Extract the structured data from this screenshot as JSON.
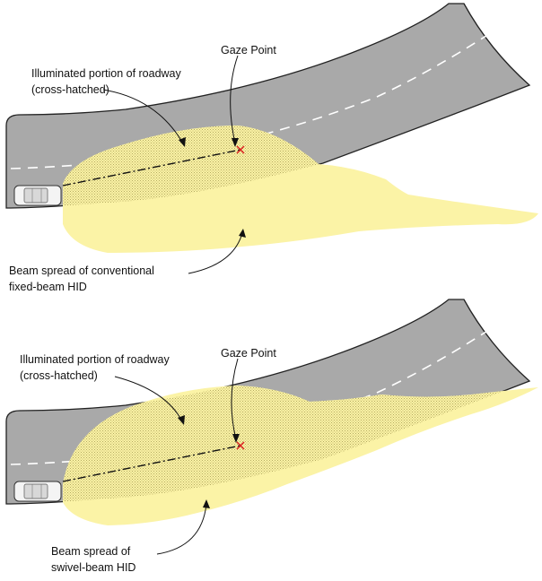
{
  "panels": [
    {
      "gaze_label": "Gaze Point",
      "illuminated_label_line1": "Illuminated portion of roadway",
      "illuminated_label_line2": "(cross-hatched)",
      "beam_label_line1": "Beam spread of conventional",
      "beam_label_line2": "fixed-beam HID"
    },
    {
      "gaze_label": "Gaze Point",
      "illuminated_label_line1": "Illuminated portion of roadway",
      "illuminated_label_line2": "(cross-hatched)",
      "beam_label_line1": "Beam spread of",
      "beam_label_line2": "swivel-beam HID"
    }
  ],
  "colors": {
    "road": "#a9a9a9",
    "road_edge": "#222222",
    "lane_marking": "#ffffff",
    "beam": "#fbf3a6",
    "hatch": "#c9c07a",
    "gaze_marker": "#dd2222"
  }
}
